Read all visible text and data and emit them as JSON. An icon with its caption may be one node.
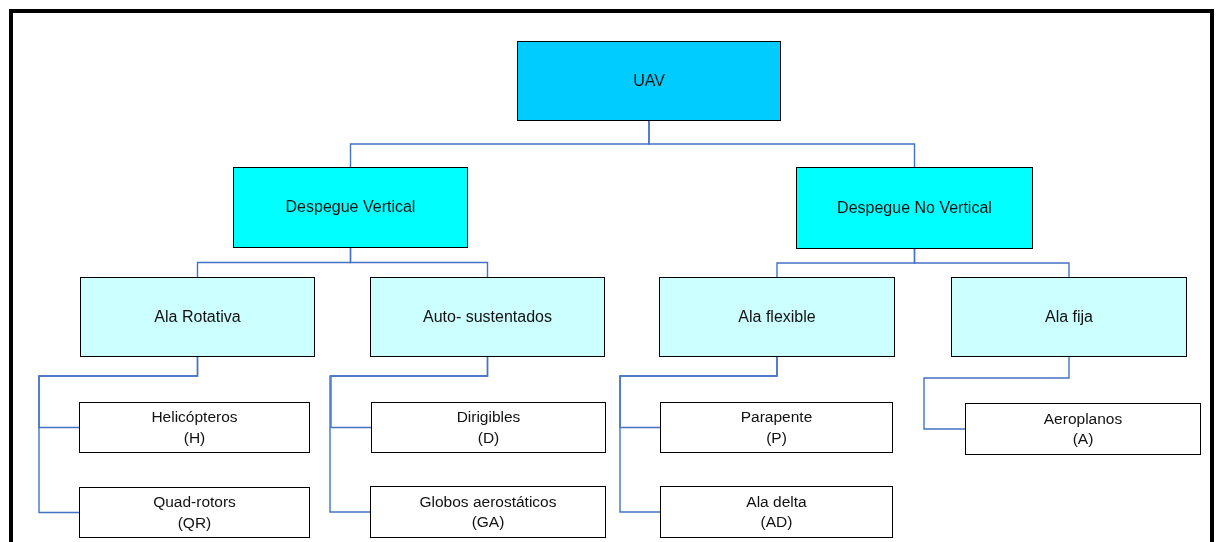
{
  "diagram": {
    "nodes": [
      {
        "text": [
          "UAV"
        ]
      },
      {
        "text": [
          "Despegue Vertical"
        ]
      },
      {
        "text": [
          "Despegue No Vertical"
        ]
      },
      {
        "text": [
          "Ala Rotativa"
        ]
      },
      {
        "text": [
          "Auto- sustentados"
        ]
      },
      {
        "text": [
          "Ala flexible"
        ]
      },
      {
        "text": [
          "Ala fija"
        ]
      },
      {
        "text": [
          "Helicópteros",
          "(H)"
        ]
      },
      {
        "text": [
          "Quad-rotors",
          "(QR)"
        ]
      },
      {
        "text": [
          "Dirigibles",
          "(D)"
        ]
      },
      {
        "text": [
          "Globos aerostáticos",
          "(GA)"
        ]
      },
      {
        "text": [
          "Parapente",
          "(P)"
        ]
      },
      {
        "text": [
          "Ala delta",
          "(AD)"
        ]
      },
      {
        "text": [
          "Aeroplanos",
          "(A)"
        ]
      }
    ],
    "edges": [
      {
        "from": 0,
        "to": 1,
        "arrow": "none"
      },
      {
        "from": 0,
        "to": 2,
        "arrow": "none"
      },
      {
        "from": 1,
        "to": 3,
        "arrow": "none"
      },
      {
        "from": 1,
        "to": 4,
        "arrow": "none"
      },
      {
        "from": 2,
        "to": 5,
        "arrow": "none"
      },
      {
        "from": 2,
        "to": 6,
        "arrow": "none"
      },
      {
        "from": 3,
        "to": 7,
        "arrow": "none"
      },
      {
        "from": 3,
        "to": 8,
        "arrow": "none"
      },
      {
        "from": 4,
        "to": 9,
        "arrow": "none"
      },
      {
        "from": 4,
        "to": 10,
        "arrow": "none"
      },
      {
        "from": 5,
        "to": 11,
        "arrow": "none"
      },
      {
        "from": 5,
        "to": 12,
        "arrow": "none"
      },
      {
        "from": 6,
        "to": 13,
        "arrow": "none"
      }
    ]
  }
}
